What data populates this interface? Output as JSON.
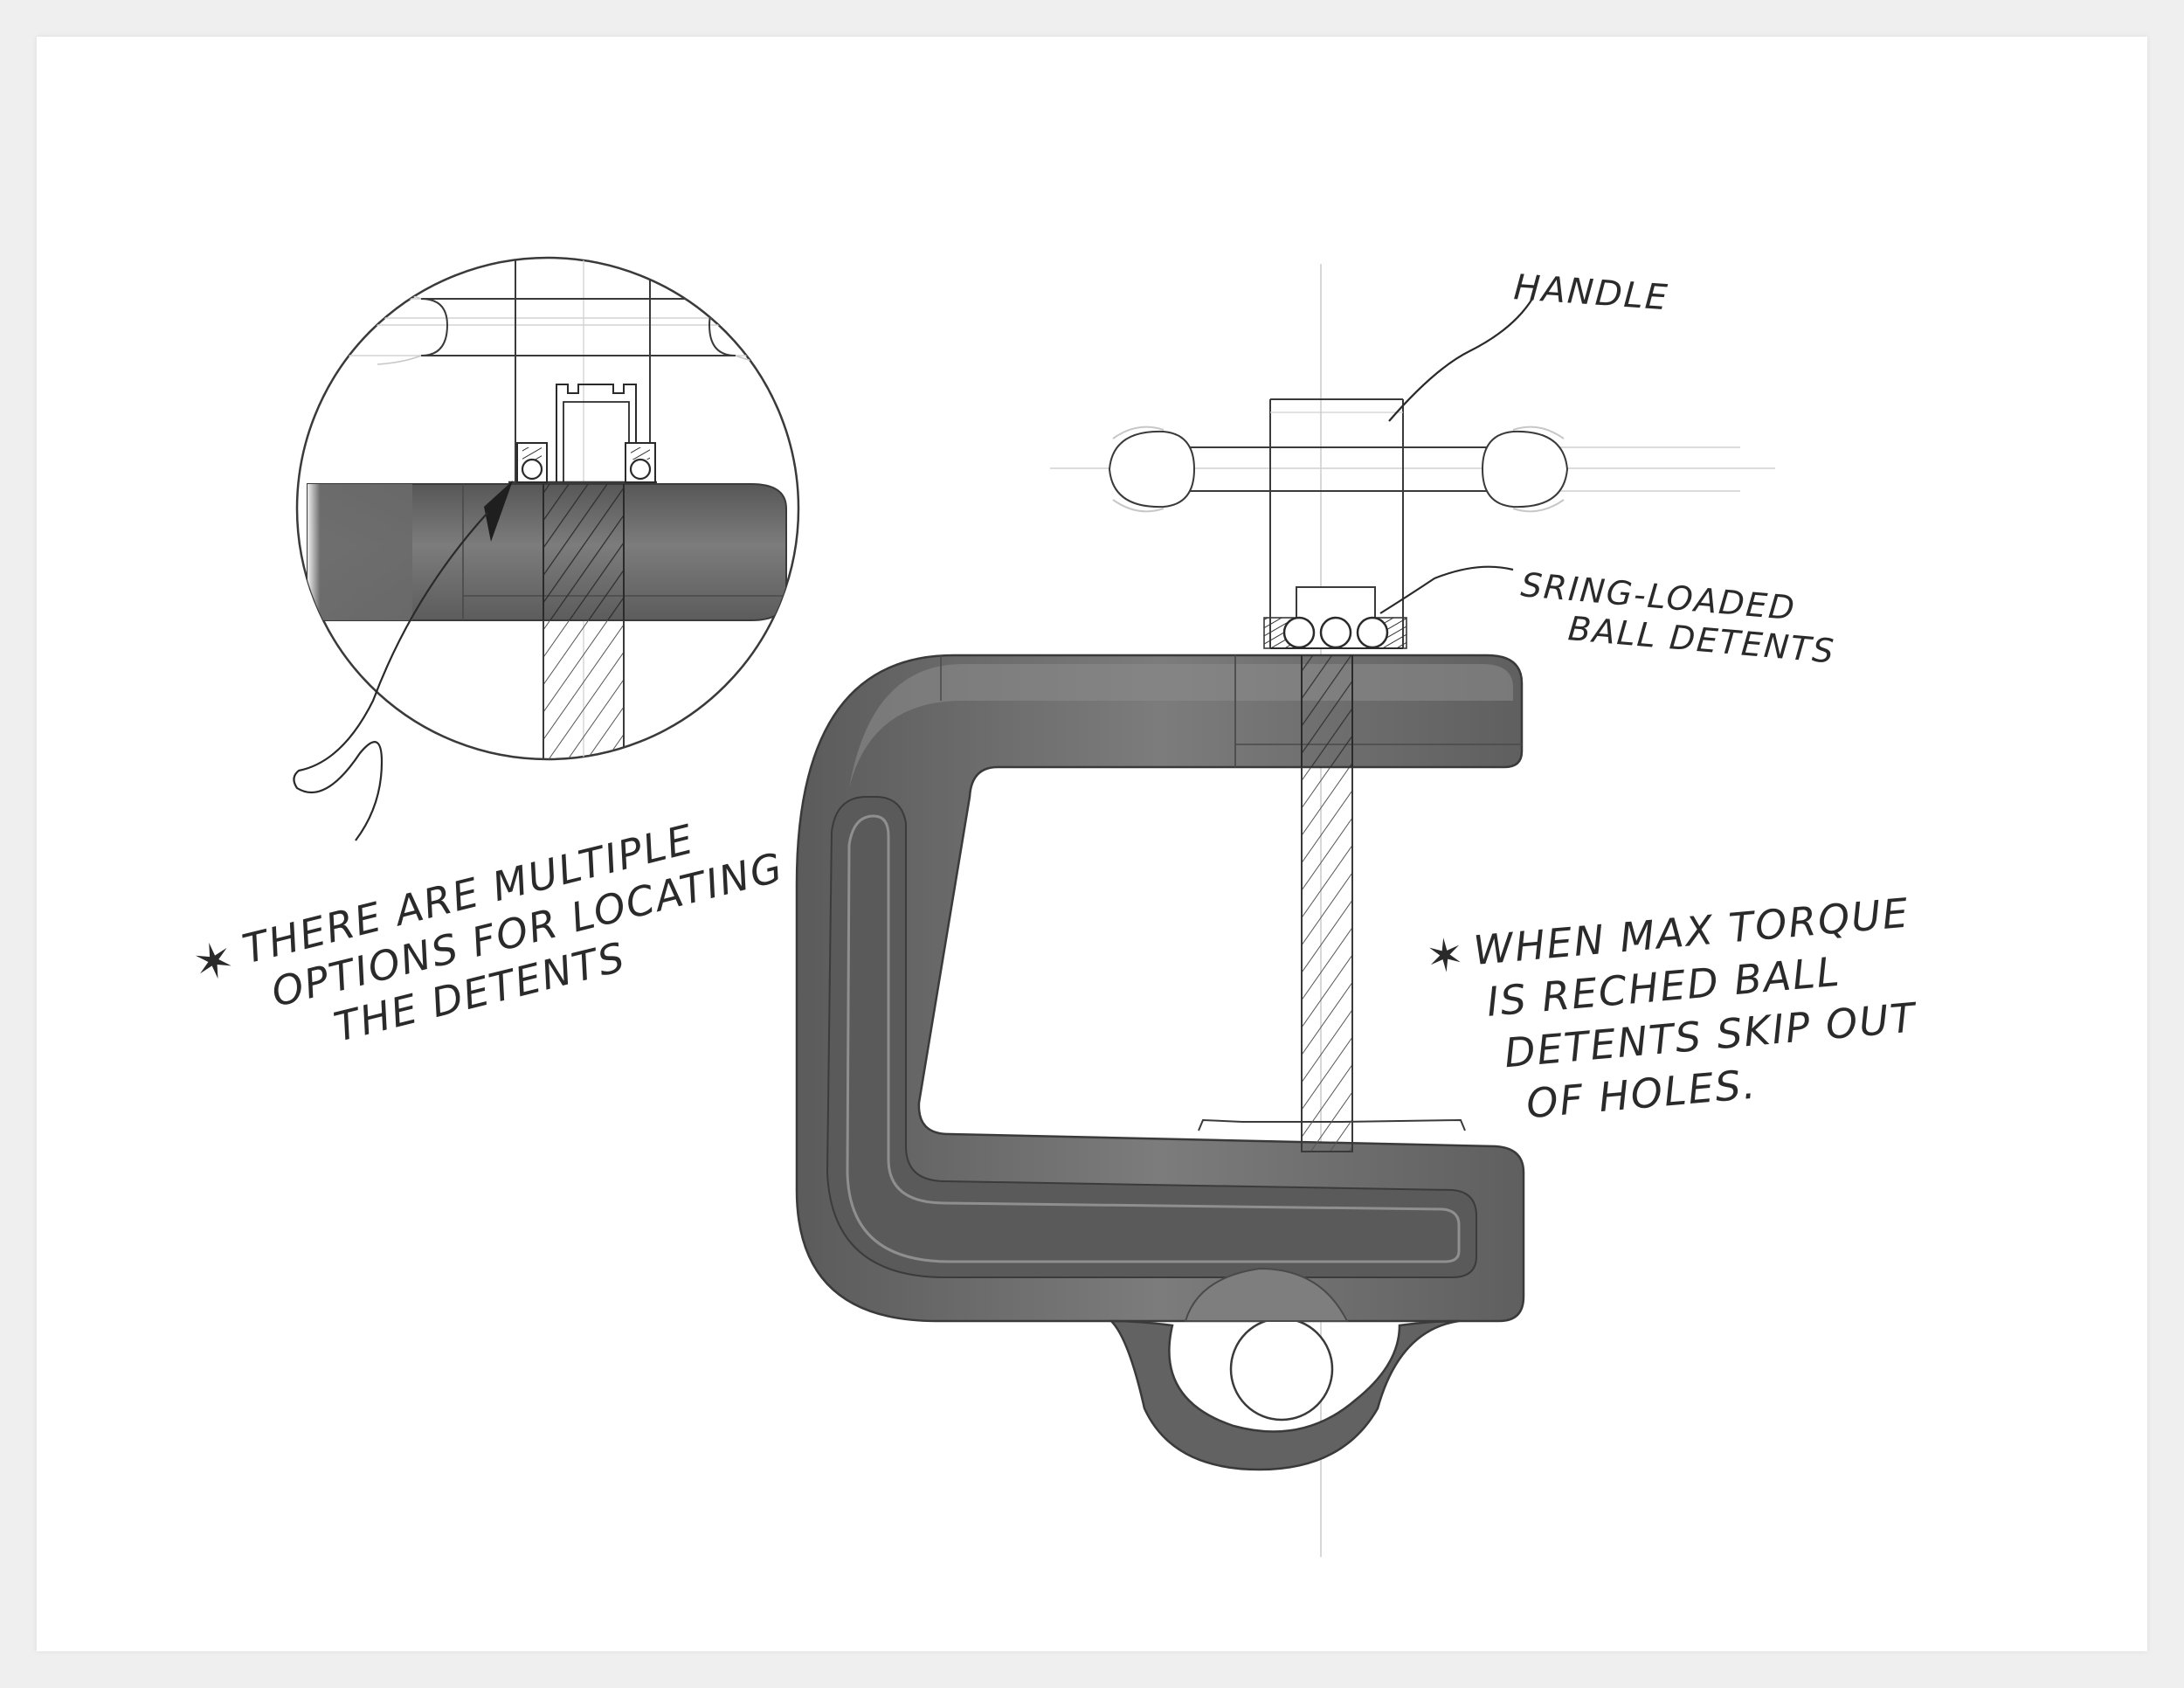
{
  "labels": {
    "handle": "HANDLE",
    "detents_line1": "SRING-LOADED",
    "detents_line2": "BALL DETENTS"
  },
  "notes": {
    "left": {
      "star": "✶",
      "lines": [
        "THERE ARE MULTIPLE",
        "OPTIONS FOR LOCATING",
        "THE DETENTS"
      ]
    },
    "right": {
      "star": "✶",
      "lines": [
        "WHEN MAX TORQUE",
        "IS RECHED BALL",
        "DETENTS SKIP OUT",
        "OF HOLES."
      ]
    }
  },
  "colors": {
    "background": "#efefef",
    "paper": "#ffffff",
    "body_fill": "#6f6f6f",
    "body_dark": "#4f4f4f",
    "body_light": "#9a9a9a",
    "ink": "#2a2a2a",
    "construction": "#bfbfbf"
  }
}
